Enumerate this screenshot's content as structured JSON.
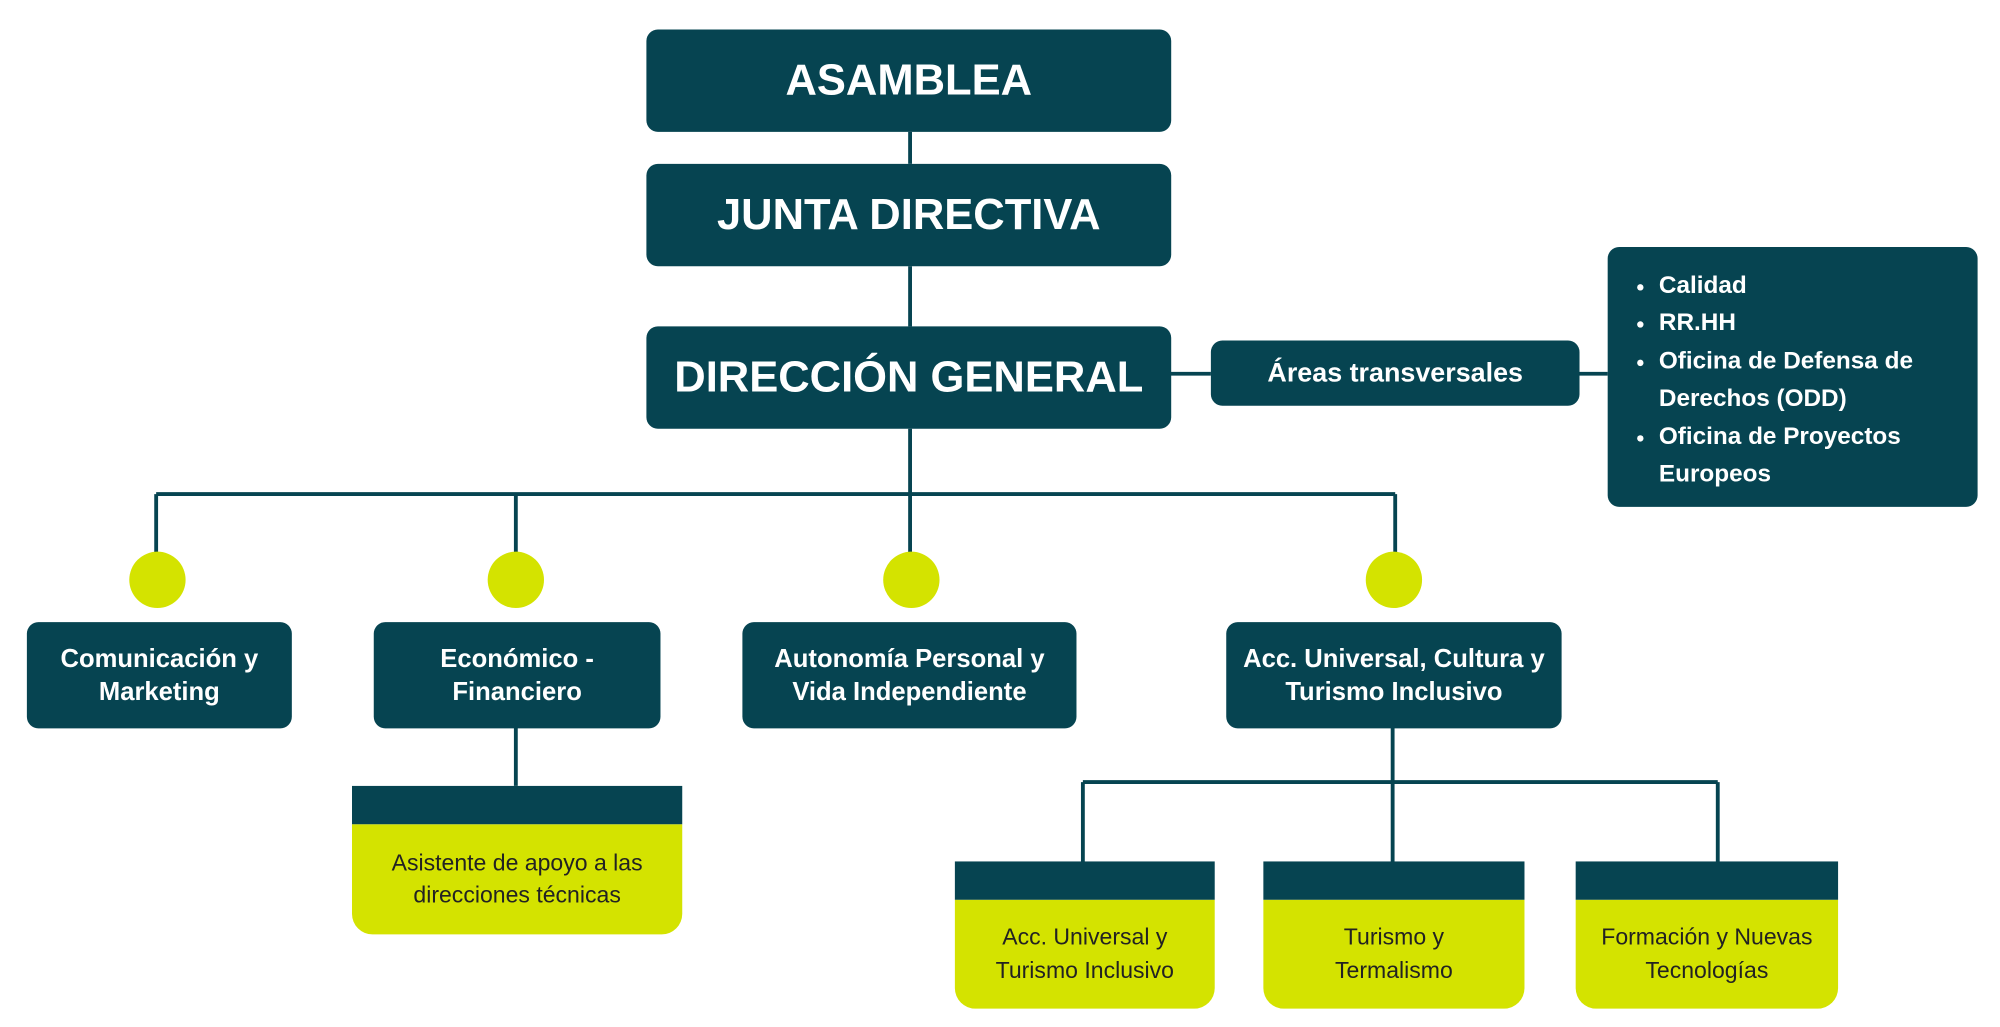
{
  "top": {
    "asamblea": "ASAMBLEA",
    "junta": "JUNTA DIRECTIVA",
    "direccion": "DIRECCIÓN GENERAL"
  },
  "transversal": {
    "label": "Áreas transversales",
    "items": [
      "Calidad",
      "RR.HH",
      "Oficina de Defensa de Derechos (ODD)",
      "Oficina de Proyectos Europeos"
    ]
  },
  "areas": {
    "comunicacion": "Comunicación y Marketing",
    "economico": "Económico - Financiero",
    "autonomia": "Autonomía Personal y Vida Independiente",
    "accesibilidad": "Acc. Universal, Cultura y Turismo Inclusivo"
  },
  "subareas": {
    "asistente": "Asistente de apoyo a las direcciones técnicas",
    "acc_turismo": "Acc. Universal y Turismo Inclusivo",
    "termalismo": "Turismo y Termalismo",
    "formacion": "Formación y Nuevas Tecnologías"
  },
  "colors": {
    "dark": "#064451",
    "accent": "#d4e300"
  }
}
